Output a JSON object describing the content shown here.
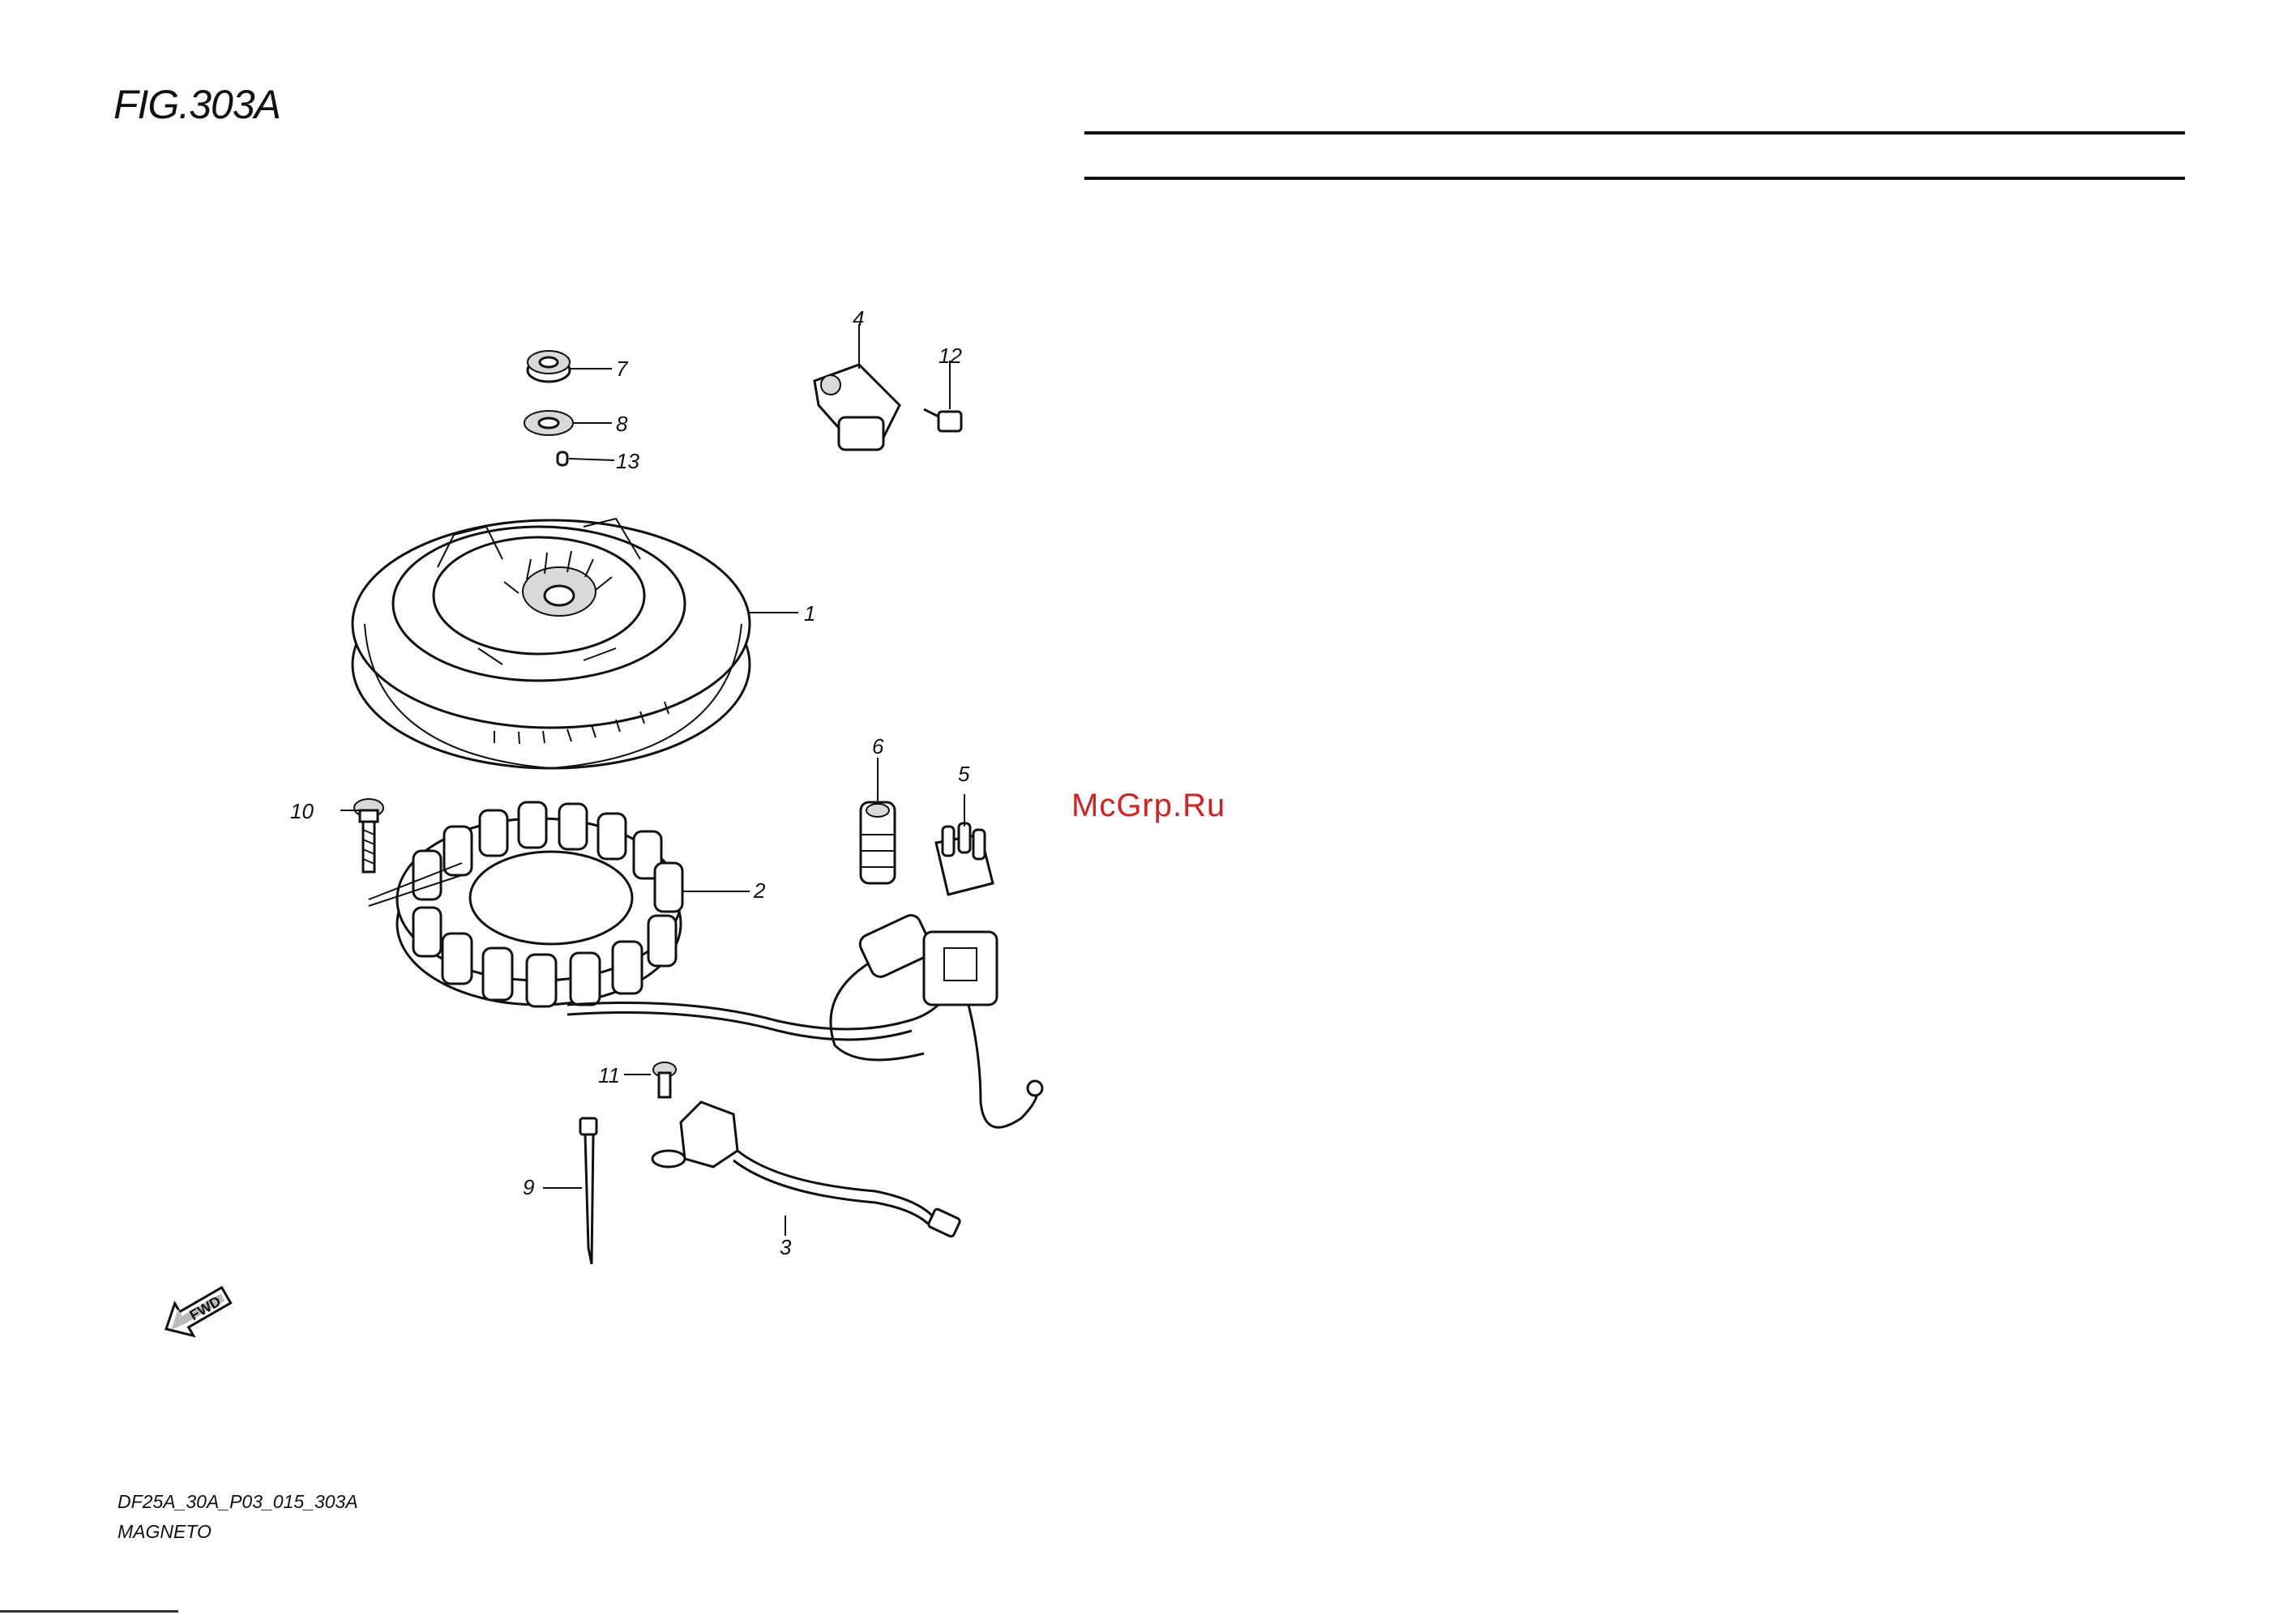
{
  "figure": {
    "title": "FIG.303A",
    "code": "DF25A_30A_P03_015_303A",
    "name": "MAGNETO",
    "fwd_label": "FWD"
  },
  "watermark": "McGrp.Ru",
  "callouts": [
    {
      "id": "1",
      "label": "1"
    },
    {
      "id": "2",
      "label": "2"
    },
    {
      "id": "3",
      "label": "3"
    },
    {
      "id": "4",
      "label": "4"
    },
    {
      "id": "5",
      "label": "5"
    },
    {
      "id": "6",
      "label": "6"
    },
    {
      "id": "7",
      "label": "7"
    },
    {
      "id": "8",
      "label": "8"
    },
    {
      "id": "9",
      "label": "9"
    },
    {
      "id": "10",
      "label": "10"
    },
    {
      "id": "11",
      "label": "11"
    },
    {
      "id": "12",
      "label": "12"
    },
    {
      "id": "13",
      "label": "13"
    }
  ]
}
